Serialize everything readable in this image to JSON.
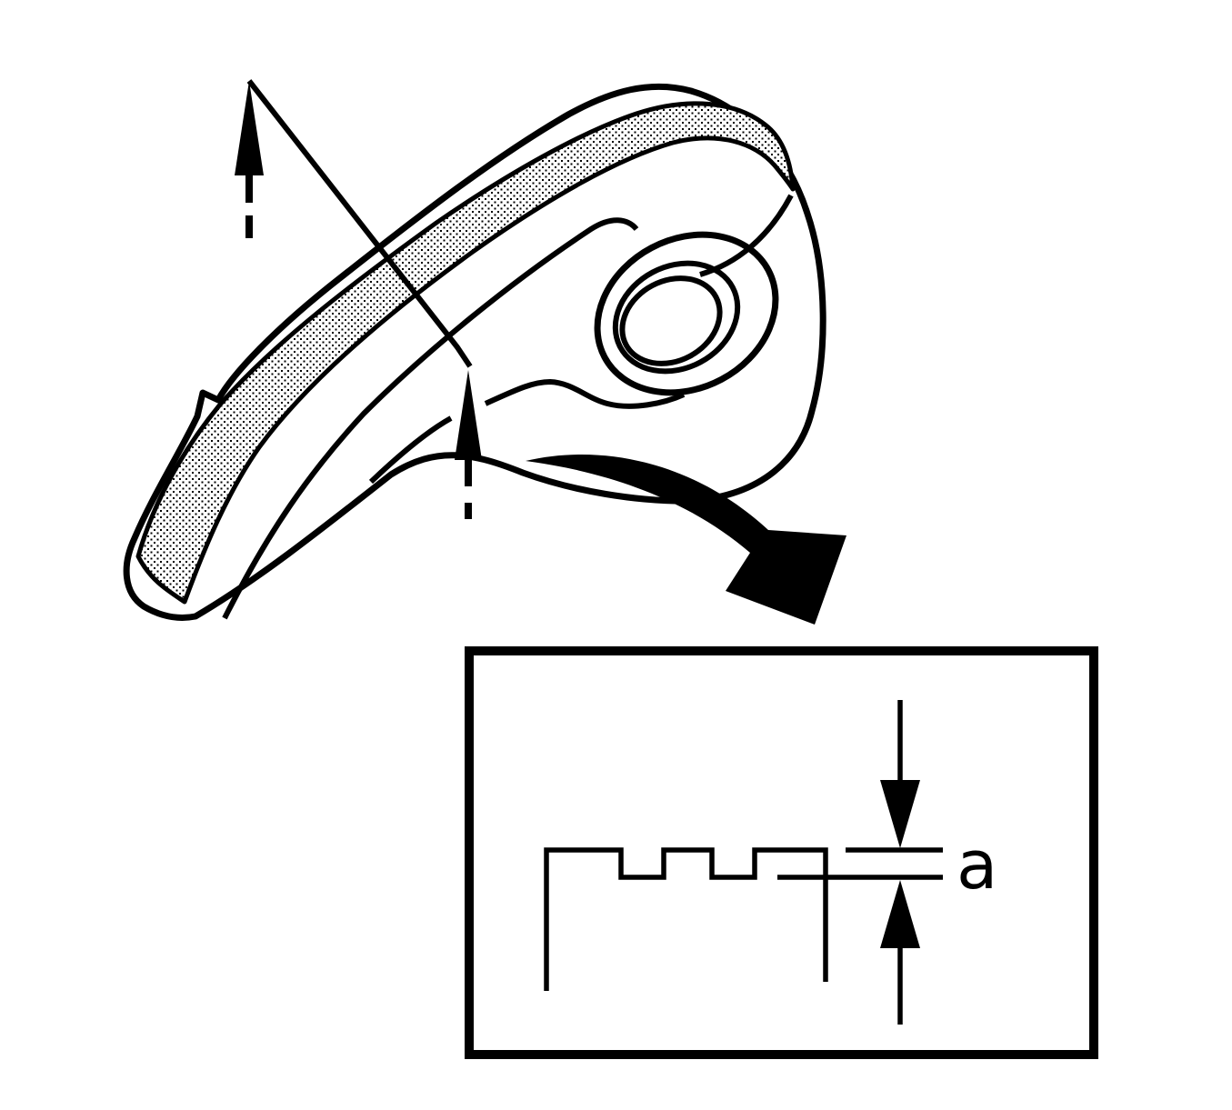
{
  "diagram": {
    "kind": "technical line illustration",
    "subject": "curved arm component with stippled wear face, pivot boss, section cut and magnified wear-depth detail",
    "labels": {
      "dimension": "a"
    },
    "colors": {
      "ink": "#000000",
      "background": "#ffffff"
    },
    "icons": [
      "measure-direction-arrow-icon",
      "measure-direction-arrow-icon",
      "detail-callout-arrow-icon",
      "dimension-arrow-down-icon",
      "dimension-arrow-up-icon"
    ]
  }
}
